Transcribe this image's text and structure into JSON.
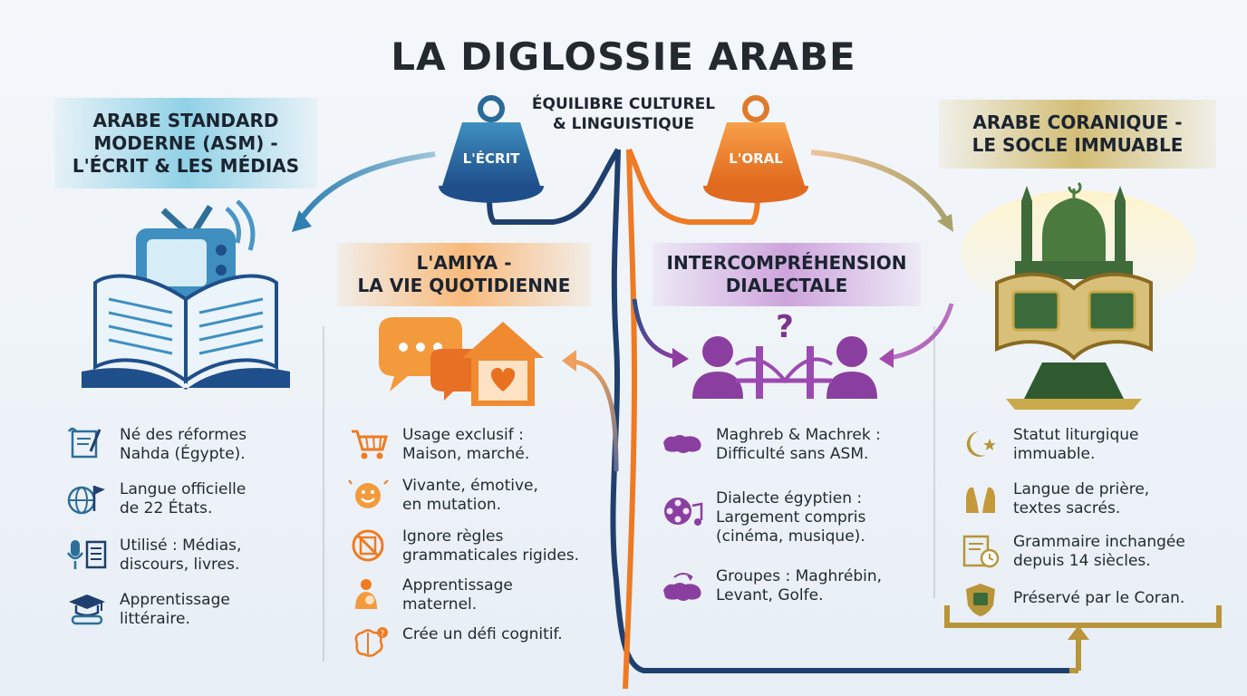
{
  "title": "LA DIGLOSSIE ARABE",
  "balance": {
    "title_line1": "ÉQUILIBRE CULTUREL",
    "title_line2": "& LINGUISTIQUE",
    "left_weight": "L'ÉCRIT",
    "right_weight": "L'ORAL"
  },
  "sections": {
    "asm": {
      "title": [
        "ARABE STANDARD",
        "MODERNE (ASM) -",
        "L'ÉCRIT & LES MÉDIAS"
      ],
      "items": [
        {
          "icon": "scroll-icon",
          "lines": [
            "Né des réformes",
            "Nahda (Égypte)."
          ]
        },
        {
          "icon": "globe-flag-icon",
          "lines": [
            "Langue officielle",
            "de 22 États."
          ]
        },
        {
          "icon": "microphone-newspaper-icon",
          "lines": [
            "Utilisé : Médias,",
            "discours, livres."
          ]
        },
        {
          "icon": "graduation-cap-icon",
          "lines": [
            "Apprentissage",
            "littéraire."
          ]
        }
      ]
    },
    "amiya": {
      "title": [
        "L'AMIYA -",
        "LA VIE QUOTIDIENNE"
      ],
      "items": [
        {
          "icon": "shopping-cart-icon",
          "lines": [
            "Usage exclusif :",
            "Maison, marché."
          ]
        },
        {
          "icon": "smiley-icon",
          "lines": [
            "Vivante, émotive,",
            "en mutation."
          ]
        },
        {
          "icon": "no-book-icon",
          "lines": [
            "Ignore règles",
            "grammaticales rigides."
          ]
        },
        {
          "icon": "mother-child-icon",
          "lines": [
            "Apprentissage",
            "maternel."
          ]
        },
        {
          "icon": "brain-icon",
          "lines": [
            "Crée un défi cognitif."
          ]
        }
      ]
    },
    "inter": {
      "title": [
        "INTERCOMPRÉHENSION",
        "DIALECTALE"
      ],
      "items": [
        {
          "icon": "arab-map-icon",
          "lines": [
            "Maghreb & Machrek :",
            "Difficulté sans ASM."
          ]
        },
        {
          "icon": "film-music-icon",
          "lines": [
            "Dialecte égyptien :",
            "Largement compris",
            "(cinéma, musique)."
          ]
        },
        {
          "icon": "map-arrows-icon",
          "lines": [
            "Groupes : Maghrébin,",
            "Levant, Golfe."
          ]
        }
      ]
    },
    "coran": {
      "title": [
        "ARABE CORANIQUE -",
        "LE SOCLE IMMUABLE"
      ],
      "items": [
        {
          "icon": "crescent-star-icon",
          "lines": [
            "Statut liturgique",
            "immuable."
          ]
        },
        {
          "icon": "praying-hands-icon",
          "lines": [
            "Langue de prière,",
            "textes sacrés."
          ]
        },
        {
          "icon": "scroll-clock-icon",
          "lines": [
            "Grammaire inchangée",
            "depuis 14 siècles."
          ]
        },
        {
          "icon": "quran-shield-icon",
          "lines": [
            "Préservé par le Coran."
          ]
        }
      ]
    }
  },
  "colors": {
    "asm": "#2d6f9a",
    "amiya": "#ef7b22",
    "inter": "#8a3fa0",
    "coran": "#b8953a",
    "navy": "#1f3f6e"
  }
}
